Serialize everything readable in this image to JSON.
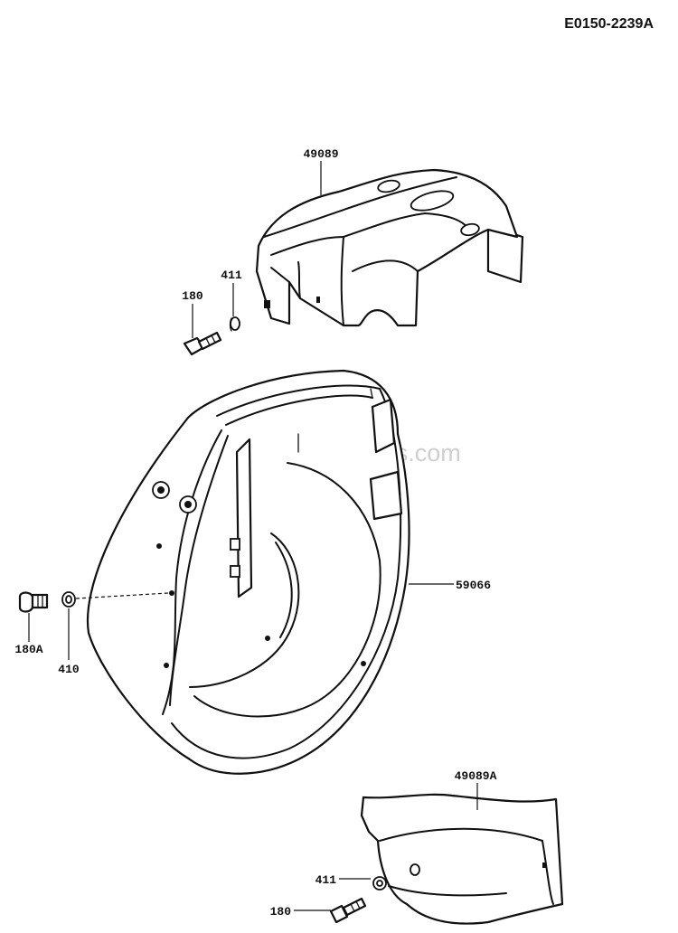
{
  "diagram_code": "E0150-2239A",
  "watermark": "eReplacementParts.com",
  "labels": {
    "top_cover": "49089",
    "top_washer": "411",
    "top_bolt": "180",
    "housing": "59066",
    "side_bolt": "180A",
    "side_washer": "410",
    "bottom_cover": "49089A",
    "bottom_washer": "411",
    "bottom_bolt": "180"
  }
}
